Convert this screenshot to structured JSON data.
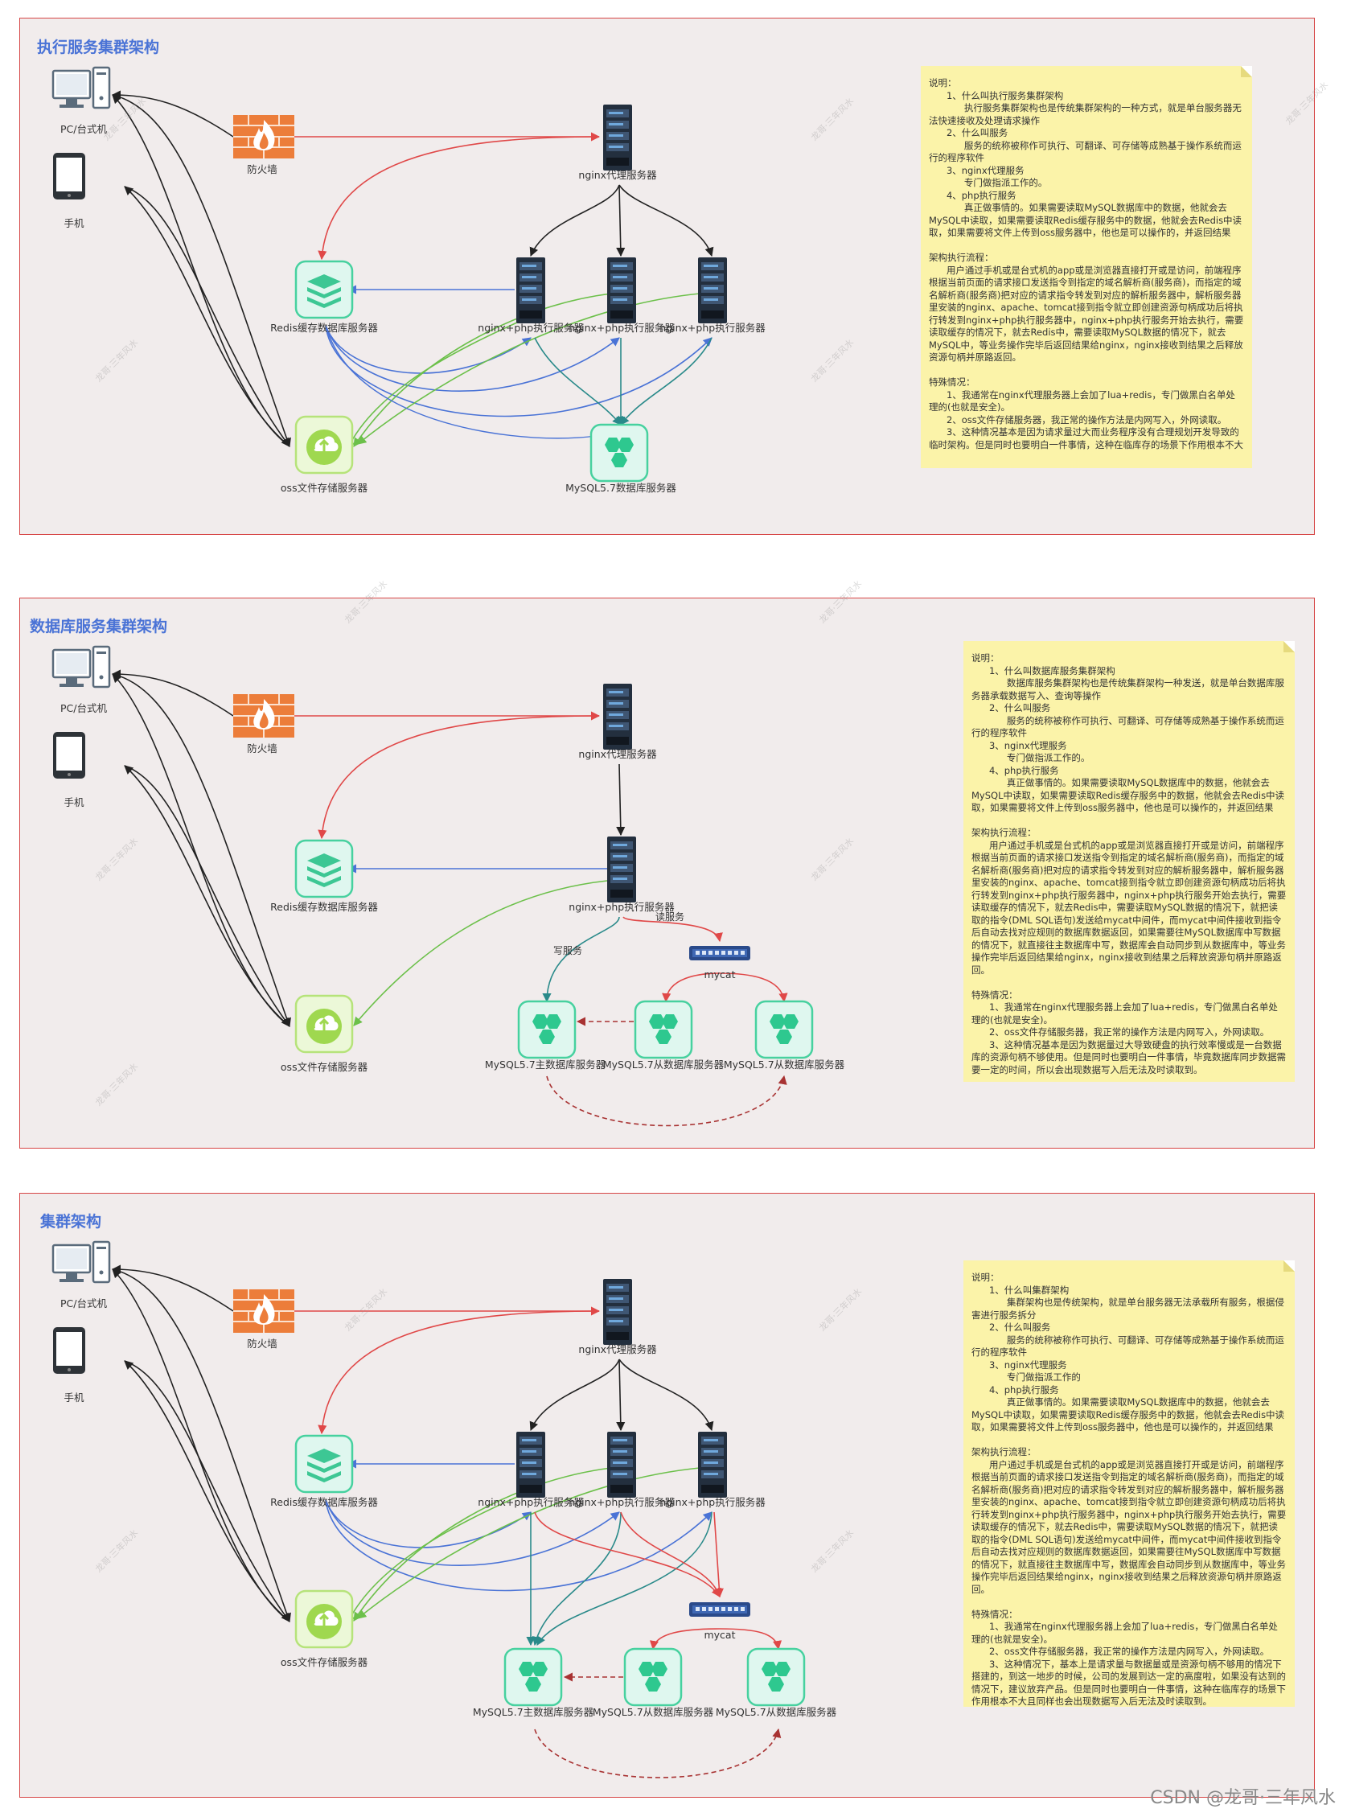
{
  "panels": [
    {
      "title": "执行服务集群架构",
      "nodes": {
        "pc": "PC/台式机",
        "phone": "手机",
        "firewall": "防火墙",
        "nginx_proxy": "nginx代理服务器",
        "redis": "Redis缓存数据库服务器",
        "oss": "oss文件存储服务器",
        "php1": "nginx+php执行服务器",
        "php2": "nginx+php执行服务器",
        "php3": "nginx+php执行服务器",
        "mysql": "MySQL5.7数据库服务器"
      },
      "note": "说明：\n      1、什么叫执行服务集群架构\n            执行服务集群架构也是传统集群架构的一种方式，就是单台服务器无法快速接收及处理请求操作\n      2、什么叫服务\n            服务的统称被称作可执行、可翻译、可存储等成熟基于操作系统而运行的程序软件\n      3、nginx代理服务\n            专门做指派工作的。\n      4、php执行服务\n            真正做事情的。如果需要读取MySQL数据库中的数据，他就会去MySQL中读取，如果需要读取Redis缓存服务中的数据，他就会去Redis中读取，如果需要将文件上传到oss服务器中，他也是可以操作的，并返回结果\n\n架构执行流程：\n      用户通过手机或是台式机的app或是浏览器直接打开或是访问，前端程序根据当前页面的请求接口发送指令到指定的域名解析商(服务商)，而指定的域名解析商(服务商)把对应的请求指令转发到对应的解析服务器中，解析服务器里安装的nginx、apache、tomcat接到指令就立即创建资源句柄成功后将执行转发到nginx+php执行服务器中，nginx+php执行服务开始去执行，需要读取缓存的情况下，就去Redis中，需要读取MySQL数据的情况下，就去MySQL中，等业务操作完毕后返回结果给nginx，nginx接收到结果之后释放资源句柄并原路返回。\n\n特殊情况：\n      1、我通常在nginx代理服务器上会加了lua+redis，专门做黑白名单处理的(也就是安全)。\n      2、oss文件存储服务器，我正常的操作方法是内网写入，外网读取。\n      3、这种情况基本是因为请求量过大而业务程序没有合理规划开发导致的临时架构。但是同时也要明白一件事情，这种在临库存的场景下作用根本不大"
    },
    {
      "title": "数据库服务集群架构",
      "nodes": {
        "pc": "PC/台式机",
        "phone": "手机",
        "firewall": "防火墙",
        "nginx_proxy": "nginx代理服务器",
        "redis": "Redis缓存数据库服务器",
        "oss": "oss文件存储服务器",
        "php": "nginx+php执行服务器",
        "mycat": "mycat",
        "mysql_master": "MySQL5.7主数据库服务器",
        "mysql_slave1": "MySQL5.7从数据库服务器",
        "mysql_slave2": "MySQL5.7从数据库服务器"
      },
      "edge_labels": {
        "write": "写服务",
        "read": "读服务"
      },
      "note": "说明：\n      1、什么叫数据库服务集群架构\n            数据库服务集群架构也是传统集群架构一种发送，就是单台数据库服务器承载数据写入、查询等操作\n      2、什么叫服务\n            服务的统称被称作可执行、可翻译、可存储等成熟基于操作系统而运行的程序软件\n      3、nginx代理服务\n            专门做指派工作的。\n      4、php执行服务\n            真正做事情的。如果需要读取MySQL数据库中的数据，他就会去MySQL中读取，如果需要读取Redis缓存服务中的数据，他就会去Redis中读取，如果需要将文件上传到oss服务器中，他也是可以操作的，并返回结果\n\n架构执行流程：\n      用户通过手机或是台式机的app或是浏览器直接打开或是访问，前端程序根据当前页面的请求接口发送指令到指定的域名解析商(服务商)，而指定的域名解析商(服务商)把对应的请求指令转发到对应的解析服务器中，解析服务器里安装的nginx、apache、tomcat接到指令就立即创建资源句柄成功后将执行转发到nginx+php执行服务器中，nginx+php执行服务开始去执行，需要读取缓存的情况下，就去Redis中，需要读取MySQL数据的情况下，就把读取的指令(DML SQL语句)发送给mycat中间件，而mycat中间件接收到指令后自动去找对应规则的数据库数据返回，如果需要往MySQL数据库中写数据的情况下，就直接往主数据库中写，数据库会自动同步到从数据库中，等业务操作完毕后返回结果给nginx，nginx接收到结果之后释放资源句柄并原路返回。\n\n特殊情况：\n      1、我通常在nginx代理服务器上会加了lua+redis，专门做黑白名单处理的(也就是安全)。\n      2、oss文件存储服务器，我正常的操作方法是内网写入，外网读取。\n      3、这种情况基本是因为数据量过大导致硬盘的执行效率慢或是一台数据库的资源句柄不够使用。但是同时也要明白一件事情，毕竟数据库同步数据需要一定的时间，所以会出现数据写入后无法及时读取到。"
    },
    {
      "title": "集群架构",
      "nodes": {
        "pc": "PC/台式机",
        "phone": "手机",
        "firewall": "防火墙",
        "nginx_proxy": "nginx代理服务器",
        "redis": "Redis缓存数据库服务器",
        "oss": "oss文件存储服务器",
        "php1": "nginx+php执行服务器",
        "php2": "nginx+php执行服务器",
        "php3": "nginx+php执行服务器",
        "mycat": "mycat",
        "mysql_master": "MySQL5.7主数据库服务器",
        "mysql_slave1": "MySQL5.7从数据库服务器",
        "mysql_slave2": "MySQL5.7从数据库服务器"
      },
      "note": "说明：\n      1、什么叫集群架构\n            集群架构也是传统架构，就是单台服务器无法承载所有服务，根据侵害进行服务拆分\n      2、什么叫服务\n            服务的统称被称作可执行、可翻译、可存储等成熟基于操作系统而运行的程序软件\n      3、nginx代理服务\n            专门做指派工作的\n      4、php执行服务\n            真正做事情的。如果需要读取MySQL数据库中的数据，他就会去MySQL中读取，如果需要读取Redis缓存服务中的数据，他就会去Redis中读取，如果需要将文件上传到oss服务器中，他也是可以操作的，并返回结果\n\n架构执行流程：\n      用户通过手机或是台式机的app或是浏览器直接打开或是访问，前端程序根据当前页面的请求接口发送指令到指定的域名解析商(服务商)，而指定的域名解析商(服务商)把对应的请求指令转发到对应的解析服务器中，解析服务器里安装的nginx、apache、tomcat接到指令就立即创建资源句柄成功后将执行转发到nginx+php执行服务器中，nginx+php执行服务开始去执行，需要读取缓存的情况下，就去Redis中，需要读取MySQL数据的情况下，就把读取的指令(DML SQL语句)发送给mycat中间件，而mycat中间件接收到指令后自动去找对应规则的数据库数据返回，如果需要往MySQL数据库中写数据的情况下，就直接往主数据库中写，数据库会自动同步到从数据库中，等业务操作完毕后返回结果给nginx，nginx接收到结果之后释放资源句柄并原路返回。\n\n特殊情况：\n      1、我通常在nginx代理服务器上会加了lua+redis，专门做黑白名单处理的(也就是安全)。\n      2、oss文件存储服务器，我正常的操作方法是内网写入，外网读取。\n      3、这种情况下，基本上是请求量与数据量或是资源句柄不够用的情况下搭建的，到这一地步的时候，公司的发展到达一定的高度啦，如果没有达到的情况下，建议放弃产品。但是同时也要明白一件事情，这种在临库存的场景下作用根本不大且同样也会出现数据写入后无法及时读取到。"
    }
  ],
  "watermark": "龙哥·三年风水",
  "footer": "CSDN @龙哥·三年风水",
  "colors": {
    "border": "#d64545",
    "panel_bg": "#f1ecec",
    "title": "#4a73d6",
    "note_bg": "#fbf3a9",
    "arrow_black": "#222222",
    "arrow_red": "#e04848",
    "arrow_blue": "#4a73d6",
    "arrow_green": "#6cc04a",
    "arrow_teal": "#2a8a8a",
    "arrow_darkred": "#a83232"
  }
}
